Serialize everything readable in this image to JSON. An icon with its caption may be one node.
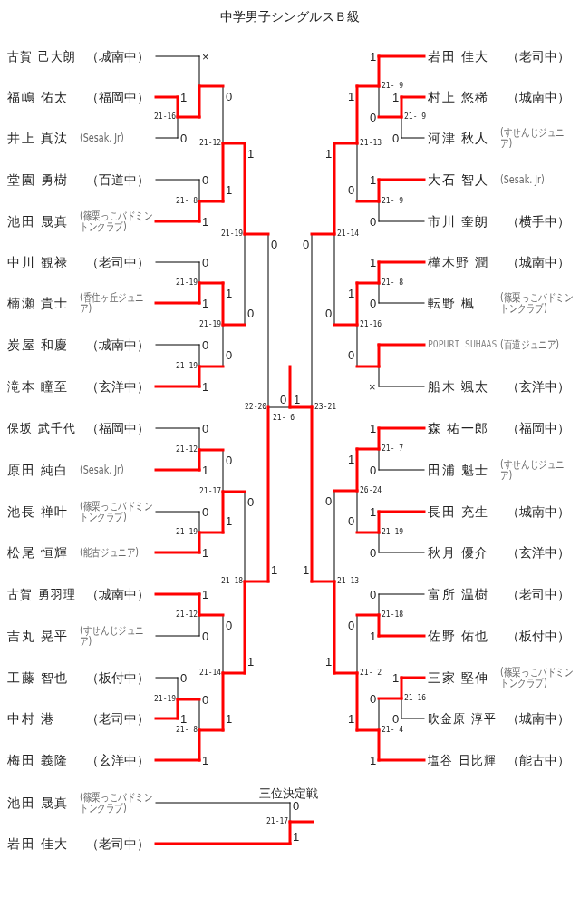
{
  "diagram": {
    "title": "中学男子シングルスＢ級",
    "nodes": [
      {
        "text": [
          "古賀 己大朗",
          "（城南中）"
        ]
      },
      {
        "text": [
          "福嶋 佑太",
          "（福岡中）"
        ]
      },
      {
        "text": [
          "井上 真汰",
          "(Sesak. Jr)"
        ]
      },
      {
        "text": [
          "堂園 勇樹",
          "（百道中）"
        ]
      },
      {
        "text": [
          "池田 晟真",
          "(篠栗っこバドミントンクラブ)"
        ]
      },
      {
        "text": [
          "中川 観禄",
          "（老司中）"
        ]
      },
      {
        "text": [
          "楠瀬 貴士",
          "(香住ヶ丘ジュニア)"
        ]
      },
      {
        "text": [
          "炭屋 和慶",
          "（城南中）"
        ]
      },
      {
        "text": [
          "滝本 瞳至",
          "（玄洋中）"
        ]
      },
      {
        "text": [
          "保坂 武千代",
          "（福岡中）"
        ]
      },
      {
        "text": [
          "原田 純白",
          "(Sesak. Jr)"
        ]
      },
      {
        "text": [
          "池長 禅叶",
          "(篠栗っこバドミントンクラブ)"
        ]
      },
      {
        "text": [
          "松尾 恒輝",
          "(能古ジュニア)"
        ]
      },
      {
        "text": [
          "古賀 勇羽理",
          "（城南中）"
        ]
      },
      {
        "text": [
          "吉丸 晃平",
          "(すせんじジュニア)"
        ]
      },
      {
        "text": [
          "工藤 智也",
          "（板付中）"
        ]
      },
      {
        "text": [
          "中村 港",
          "（老司中）"
        ]
      },
      {
        "text": [
          "梅田 義隆",
          "（玄洋中）"
        ]
      },
      {
        "text": [
          "岩田 佳大",
          "（老司中）"
        ]
      },
      {
        "text": [
          "村上 悠稀",
          "（城南中）"
        ]
      },
      {
        "text": [
          "河津 秋人",
          "(すせんじジュニア)"
        ]
      },
      {
        "text": [
          "大石 智人",
          "(Sesak. Jr)"
        ]
      },
      {
        "text": [
          "市川 奎朗",
          "（横手中）"
        ]
      },
      {
        "text": [
          "樺木野 潤",
          "（城南中）"
        ]
      },
      {
        "text": [
          "転野 楓",
          "(篠栗っこバドミントンクラブ)"
        ]
      },
      {
        "text": [
          "POPURI SUHAAS",
          "(百道ジュニア)"
        ]
      },
      {
        "text": [
          "船木 颯太",
          "（玄洋中）"
        ]
      },
      {
        "text": [
          "森 祐一郎",
          "（福岡中）"
        ]
      },
      {
        "text": [
          "田浦 魁士",
          "(すせんじジュニア)"
        ]
      },
      {
        "text": [
          "長田 充生",
          "（城南中）"
        ]
      },
      {
        "text": [
          "秋月 優介",
          "（玄洋中）"
        ]
      },
      {
        "text": [
          "富所 温樹",
          "（老司中）"
        ]
      },
      {
        "text": [
          "佐野 佑也",
          "（板付中）"
        ]
      },
      {
        "text": [
          "三家 堅伸",
          "(篠栗っこバドミントンクラブ)"
        ]
      },
      {
        "text": [
          "吹金原 淳平",
          "（城南中）"
        ]
      },
      {
        "text": [
          "塩谷 日比輝",
          "（能古中）"
        ]
      },
      {
        "text": [
          "池田 晟真",
          "(篠栗っこバドミントンクラブ)"
        ]
      },
      {
        "text": [
          "岩田 佳大",
          "（老司中）"
        ]
      }
    ],
    "labels": [
      "21-16",
      "1",
      "0",
      "×",
      "21- 8",
      "0",
      "1",
      "21-12",
      "0",
      "1",
      "21-19",
      "0",
      "1",
      "21-19",
      "0",
      "1",
      "21-19",
      "1",
      "0",
      "21-19",
      "1",
      "0",
      "21-12",
      "0",
      "1",
      "21-19",
      "0",
      "1",
      "21-17",
      "0",
      "1",
      "21-12",
      "1",
      "0",
      "21-19",
      "0",
      "1",
      "21- 8",
      "0",
      "1",
      "21-14",
      "0",
      "1",
      "21-18",
      "0",
      "1",
      "22-20",
      "0",
      "1",
      "21- 9",
      "1",
      "0",
      "21- 9",
      "1",
      "0",
      "21- 9",
      "1",
      "0",
      "21-13",
      "1",
      "0",
      "21- 8",
      "1",
      "0",
      "×",
      "21-16",
      "1",
      "0",
      "21-14",
      "1",
      "0",
      "21- 7",
      "1",
      "0",
      "21-19",
      "1",
      "0",
      "26-24",
      "1",
      "0",
      "21-18",
      "0",
      "1",
      "21-16",
      "1",
      "0",
      "21- 4",
      "0",
      "1",
      "21- 2",
      "0",
      "1",
      "21-13",
      "0",
      "1",
      "23-21",
      "0",
      "1",
      "21- 6",
      "0",
      "1",
      "三位決定戦",
      "21-17",
      "0",
      "1"
    ]
  }
}
